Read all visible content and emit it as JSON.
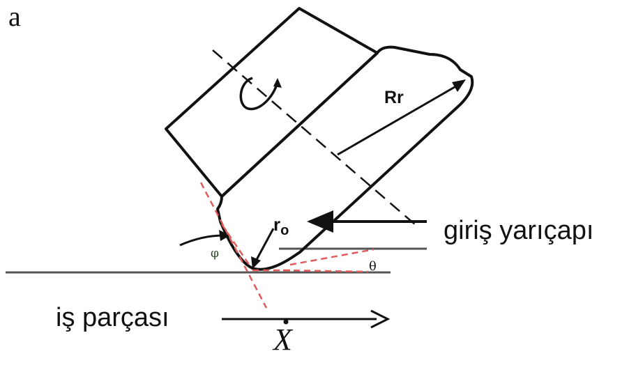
{
  "figure": {
    "panel_label": "a",
    "tool_radius_label": "Rr",
    "nose_radius_label": "r",
    "nose_radius_subscript": "o",
    "entry_radius_label": "giriş yarıçapı",
    "workpiece_label": "iş parçası",
    "feed_label": "X",
    "phi_label": "φ",
    "theta_label": "θ"
  },
  "colors": {
    "line": "#111111",
    "dashed_red": "#e05a5a"
  }
}
